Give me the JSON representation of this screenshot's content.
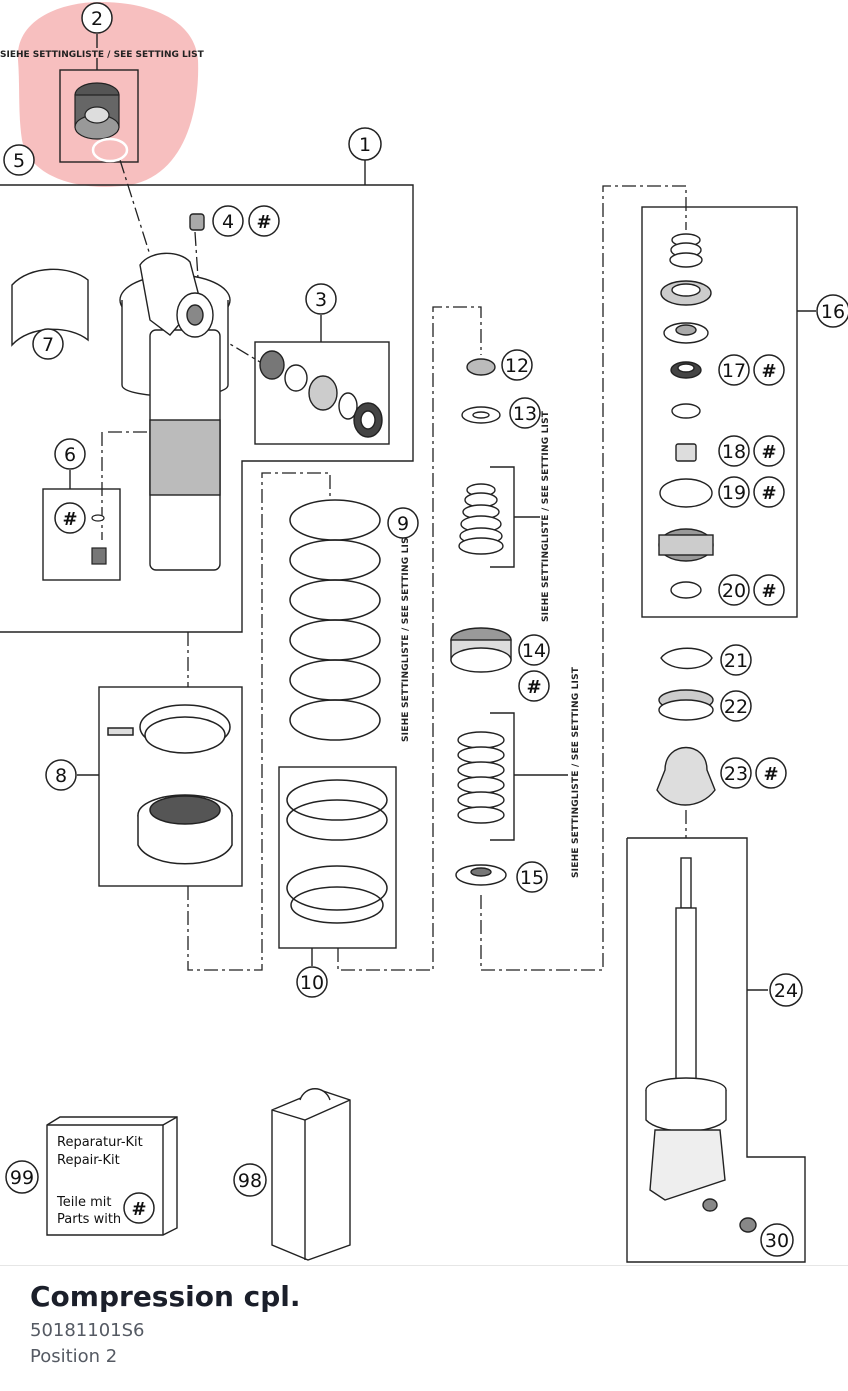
{
  "callouts": {
    "c1": "1",
    "c2": "2",
    "c3": "3",
    "c4": "4",
    "c5": "5",
    "c6": "6",
    "c7": "7",
    "c8": "8",
    "c9": "9",
    "c10": "10",
    "c12": "12",
    "c13": "13",
    "c14": "14",
    "c15": "15",
    "c16": "16",
    "c17": "17",
    "c18": "18",
    "c19": "19",
    "c20": "20",
    "c21": "21",
    "c22": "22",
    "c23": "23",
    "c24": "24",
    "c30": "30",
    "c98": "98",
    "c99": "99",
    "hash": "#"
  },
  "labels": {
    "setting_list": "SIEHE SETTINGLISTE / SEE SETTING LIST"
  },
  "repair_kit": {
    "line1": "Reparatur-Kit",
    "line2": "Repair-Kit",
    "line3": "Teile mit",
    "line4": "Parts with"
  },
  "highlight_color": "#f08a8a",
  "footer": {
    "title": "Compression cpl.",
    "part_number": "50181101S6",
    "position": "Position 2"
  }
}
